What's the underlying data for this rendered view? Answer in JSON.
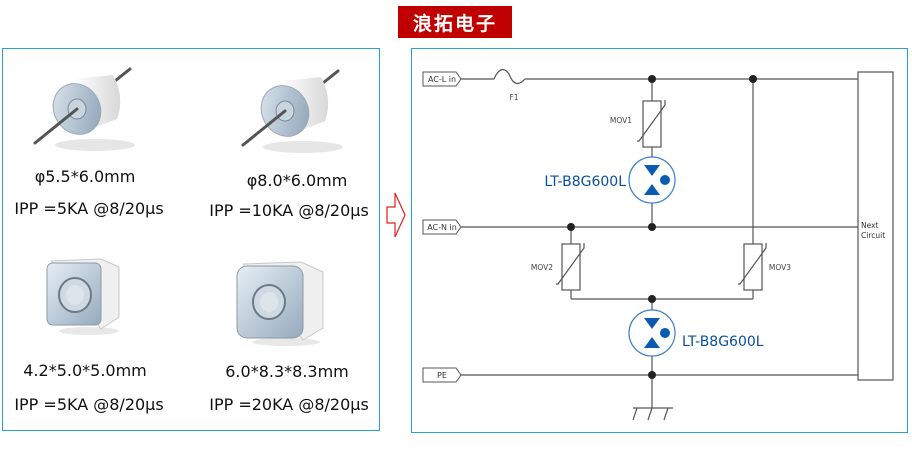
{
  "brand": {
    "title": "浪拓电子",
    "color": "#c00000"
  },
  "colors": {
    "panel_border": "#2aa0d8",
    "gdt_blue": "#0a5bb0",
    "wire": "#555555",
    "arrow": "#e02020"
  },
  "products": [
    {
      "shape": "axial-cylinder",
      "size": "φ5.5*6.0mm",
      "ipp": "IPP =5KA @8/20μs"
    },
    {
      "shape": "axial-cylinder",
      "size": "φ8.0*6.0mm",
      "ipp": "IPP =10KA @8/20μs"
    },
    {
      "shape": "smd-square-small",
      "size": "4.2*5.0*5.0mm",
      "ipp": "IPP =5KA @8/20μs"
    },
    {
      "shape": "smd-square-large",
      "size": "6.0*8.3*8.3mm",
      "ipp": "IPP =20KA @8/20μs"
    }
  ],
  "arrow": {
    "icon": "right-arrow-icon"
  },
  "schematic": {
    "inputs": {
      "acl": "AC-L in",
      "acn": "AC-N in",
      "pe": "PE"
    },
    "fuse": "F1",
    "mov1": "MOV1",
    "mov2": "MOV2",
    "mov3": "MOV3",
    "gdt1": "LT-B8G600L",
    "gdt2": "LT-B8G600L",
    "next_circuit_line1": "Next",
    "next_circuit_line2": "Circuit"
  }
}
